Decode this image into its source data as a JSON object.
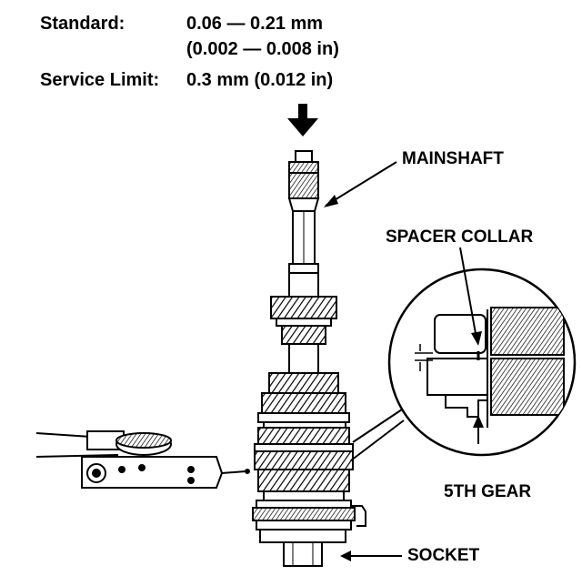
{
  "specs": {
    "standard_label": "Standard:",
    "standard_value_mm": "0.06 — 0.21 mm",
    "standard_value_in": "(0.002 — 0.008 in)",
    "service_limit_label": "Service Limit:",
    "service_limit_value": "0.3 mm (0.012 in)"
  },
  "labels": {
    "mainshaft": "MAINSHAFT",
    "spacer_collar": "SPACER COLLAR",
    "fifth_gear": "5TH GEAR",
    "socket": "SOCKET"
  }
}
